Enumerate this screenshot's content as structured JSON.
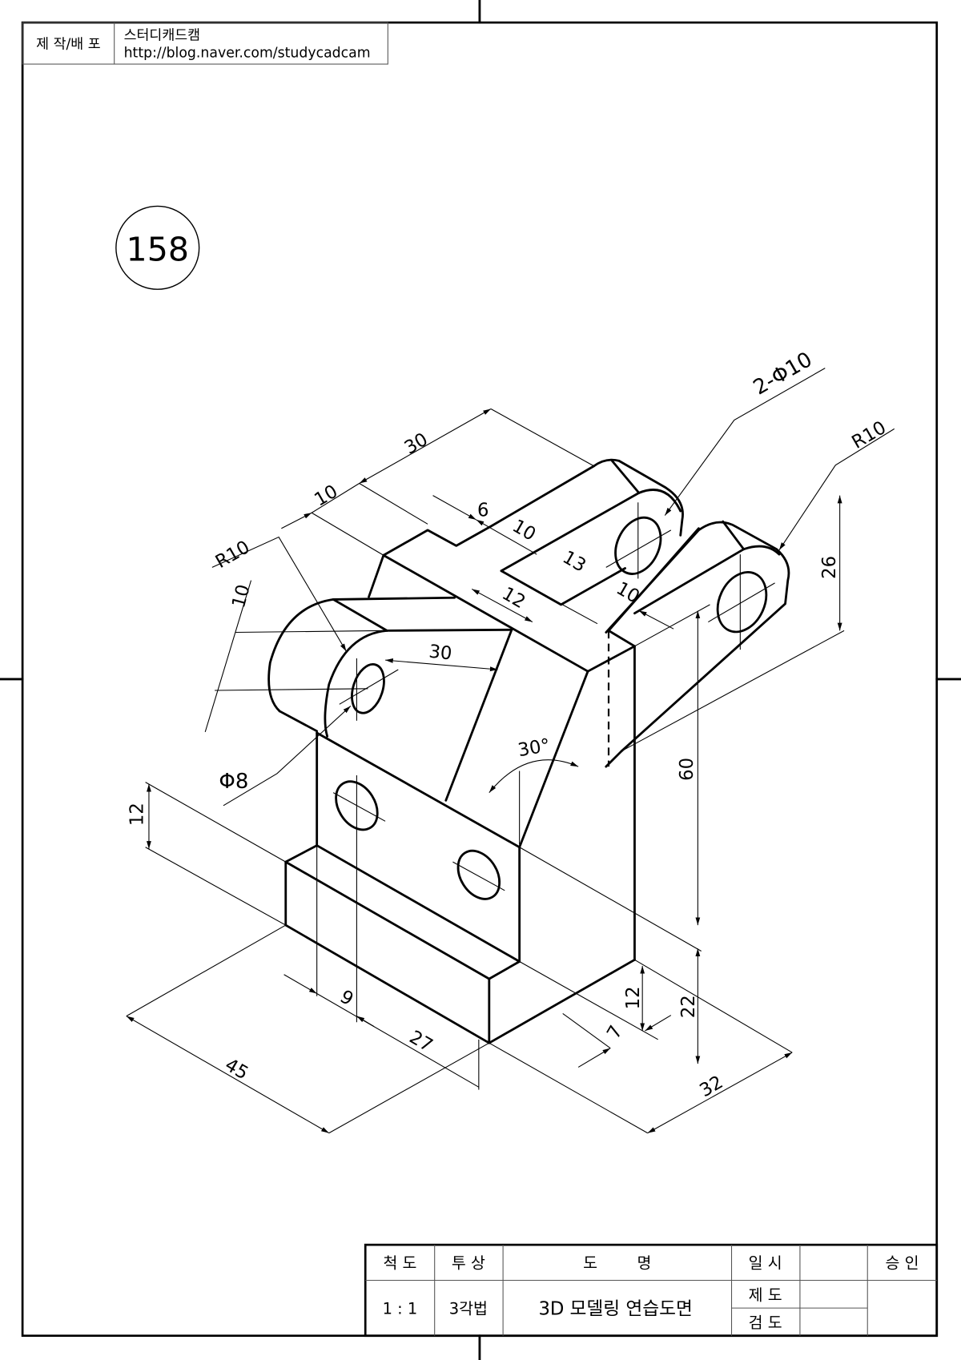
{
  "header": {
    "label": "제 작/배 포",
    "author": "스터디캐드캠",
    "url": "http://blog.naver.com/studycadcam"
  },
  "drawing_number": "158",
  "dimensions": {
    "top_30": "30",
    "top_10": "10",
    "r10_left": "R10",
    "notch_6": "6",
    "slot_10a": "10",
    "slot_13": "13",
    "slot_10b": "10",
    "slot_12": "12",
    "arm_30": "30",
    "arm_10": "10",
    "phi8": "Φ8",
    "angle_30": "30°",
    "height_60": "60",
    "lug_26": "26",
    "holes_phi10": "2-Φ10",
    "r10_right": "R10",
    "base_12": "12",
    "width_45": "45",
    "hole_9": "9",
    "hole_27": "27",
    "step_7": "7",
    "step_12": "12",
    "base_22": "22",
    "depth_32": "32"
  },
  "title_block": {
    "scale_label": "척 도",
    "projection_label": "투 상",
    "name_label": "도        명",
    "date_label": "일 시",
    "approval_label": "승 인",
    "scale_value": "1 : 1",
    "projection_value": "3각법",
    "name_value": "3D 모델링 연습도면",
    "drawn_label": "제 도",
    "checked_label": "검 도"
  }
}
